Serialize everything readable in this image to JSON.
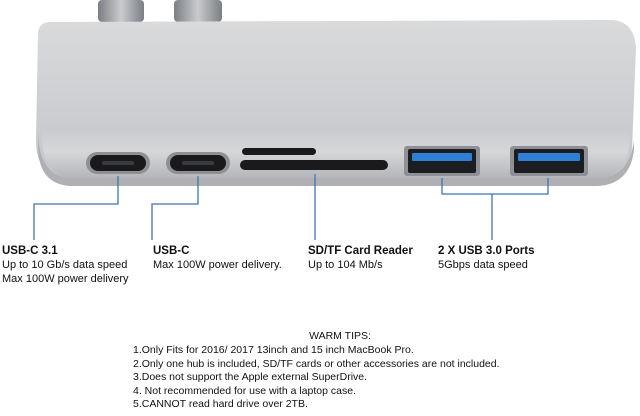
{
  "callouts": [
    {
      "title": "USB-C 3.1",
      "lines": [
        "Up to 10 Gb/s data speed",
        "Max 100W power delivery"
      ]
    },
    {
      "title": "USB-C",
      "lines": [
        "Max 100W power delivery."
      ]
    },
    {
      "title": "SD/TF Card Reader",
      "lines": [
        "Up to 104 Mb/s"
      ]
    },
    {
      "title": "2 X USB 3.0 Ports",
      "lines": [
        "5Gbps data speed"
      ]
    }
  ],
  "tips": {
    "title": "WARM TIPS:",
    "items": [
      "1.Only Fits for 2016/ 2017 13inch and 15 inch MacBook Pro.",
      "2.Only one hub is included, SD/TF cards or other accessories are not included.",
      "3.Does not support the Apple external SuperDrive.",
      "4. Not recommended for use with a laptop case.",
      "5.CANNOT read hard drive over 2TB."
    ]
  },
  "colors": {
    "callout_line": "#3f74b5",
    "hub_body": "#c9cbce",
    "port_opening": "#1a1a1c",
    "usb3_blue": "#2f7fd6"
  }
}
